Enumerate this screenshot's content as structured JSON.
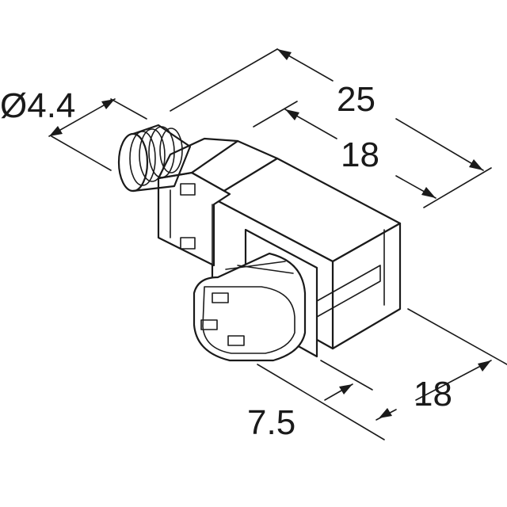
{
  "dimensions": {
    "diameter": "Ø4.4",
    "overall_length": "25",
    "body_length": "18",
    "body_depth": "18",
    "plug_offset": "7.5"
  }
}
